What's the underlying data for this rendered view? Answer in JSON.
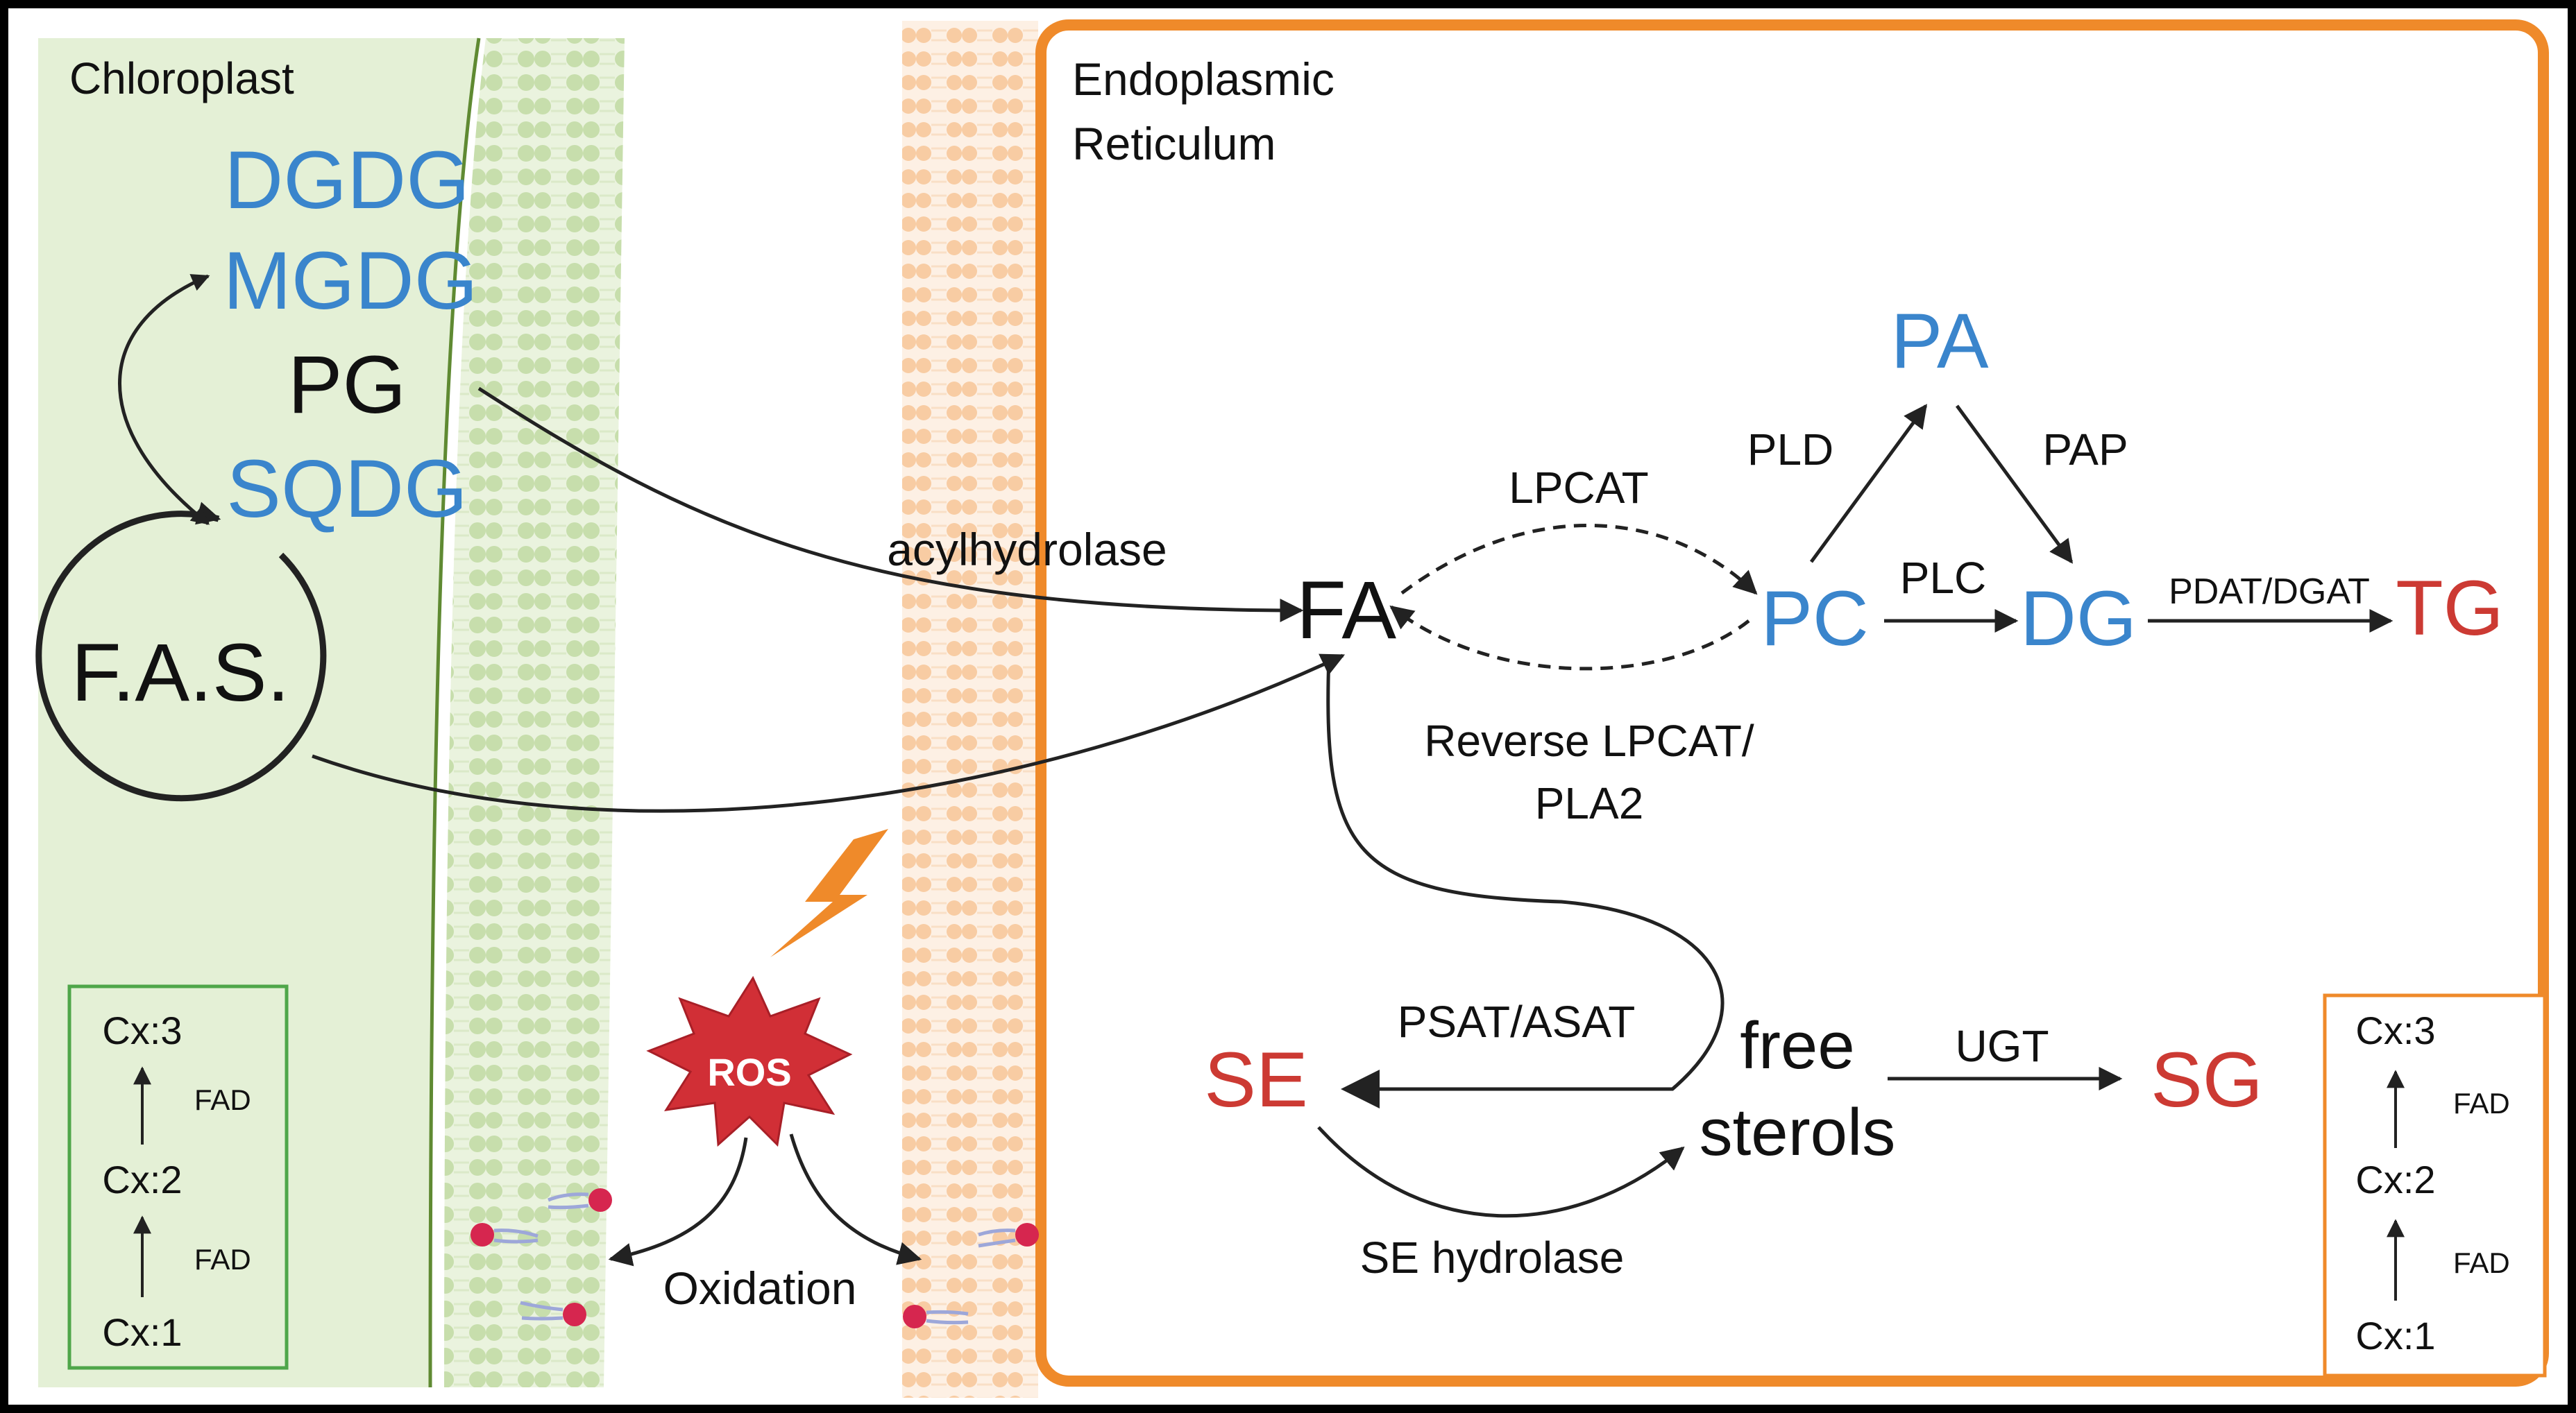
{
  "colors": {
    "chloroplast_fill": "#e4f0d6",
    "chloroplast_edge": "#5f8a32",
    "chloro_membrane": "#c9dfb0",
    "er_border": "#ef8a2a",
    "er_membrane": "#f8cca3",
    "blue_lipid": "#3a85cc",
    "red_lipid": "#cc3a33",
    "ros_fill": "#d12f36",
    "lightning": "#ef8a2a",
    "fad_box_green": "#4fa64a",
    "fad_box_orange": "#ef8a2a",
    "lipid_head_red": "#d6264f",
    "lipid_tail": "#9da7d9",
    "arrow": "#222222"
  },
  "compartments": {
    "chloroplast": "Chloroplast",
    "er_line1": "Endoplasmic",
    "er_line2": "Reticulum"
  },
  "chloroplast_lipids": {
    "dgdg": "DGDG",
    "mgdg": "MGDG",
    "pg": "PG",
    "sqdg": "SQDG",
    "fas": "F.A.S."
  },
  "er_lipids": {
    "fa": "FA",
    "pa": "PA",
    "pc": "PC",
    "dg": "DG",
    "tg": "TG",
    "se": "SE",
    "free_sterols_1": "free",
    "free_sterols_2": "sterols",
    "sg": "SG"
  },
  "enzymes": {
    "acylhydrolase": "acylhydrolase",
    "lpcat": "LPCAT",
    "reverse_lpcat_1": "Reverse LPCAT/",
    "reverse_lpcat_2": "PLA2",
    "pld": "PLD",
    "pap": "PAP",
    "plc": "PLC",
    "pdat_dgat": "PDAT/DGAT",
    "psat_asat": "PSAT/ASAT",
    "ugt": "UGT",
    "se_hydrolase": "SE hydrolase",
    "oxidation": "Oxidation",
    "ros": "ROS"
  },
  "fad_box_left": {
    "top": "Cx:3",
    "middle": "Cx:2",
    "bottom": "Cx:1",
    "enzyme_upper": "FAD",
    "enzyme_lower": "FAD"
  },
  "fad_box_right": {
    "top": "Cx:3",
    "middle": "Cx:2",
    "bottom": "Cx:1",
    "enzyme_upper": "FAD",
    "enzyme_lower": "FAD"
  }
}
